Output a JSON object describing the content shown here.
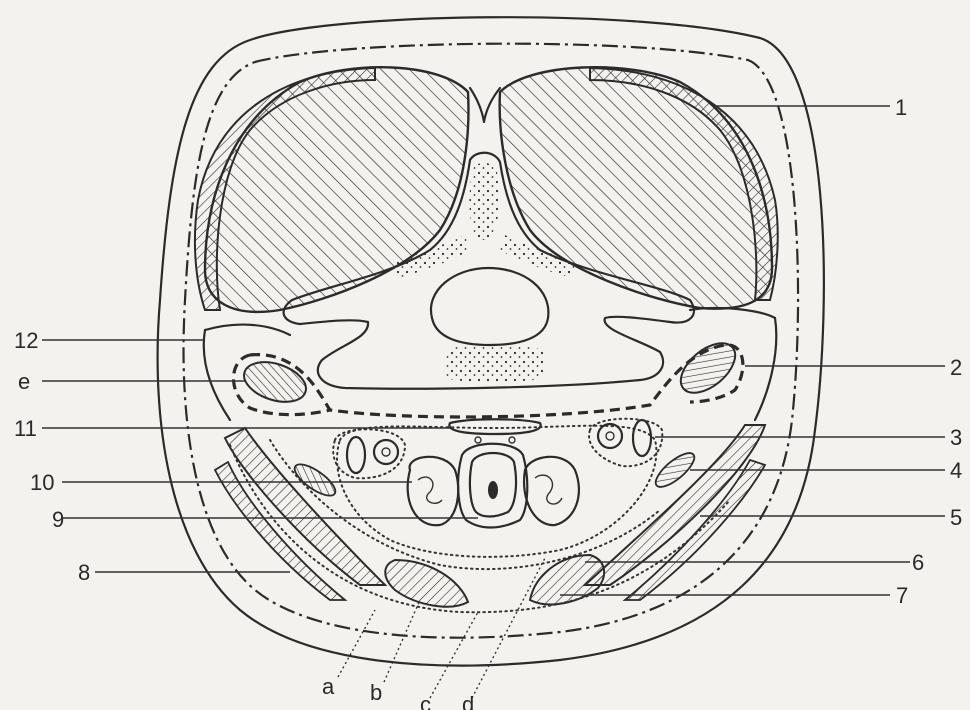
{
  "labels": {
    "l1": "1",
    "l2": "2",
    "l3": "3",
    "l4": "4",
    "l5": "5",
    "l6": "6",
    "l7": "7",
    "l8": "8",
    "l9": "9",
    "l10": "10",
    "l11": "11",
    "l12": "12",
    "la": "a",
    "lb": "b",
    "lc": "c",
    "ld": "d",
    "le": "e"
  },
  "colors": {
    "ink": "#2b2b2b",
    "paper": "#f4f2ef"
  }
}
